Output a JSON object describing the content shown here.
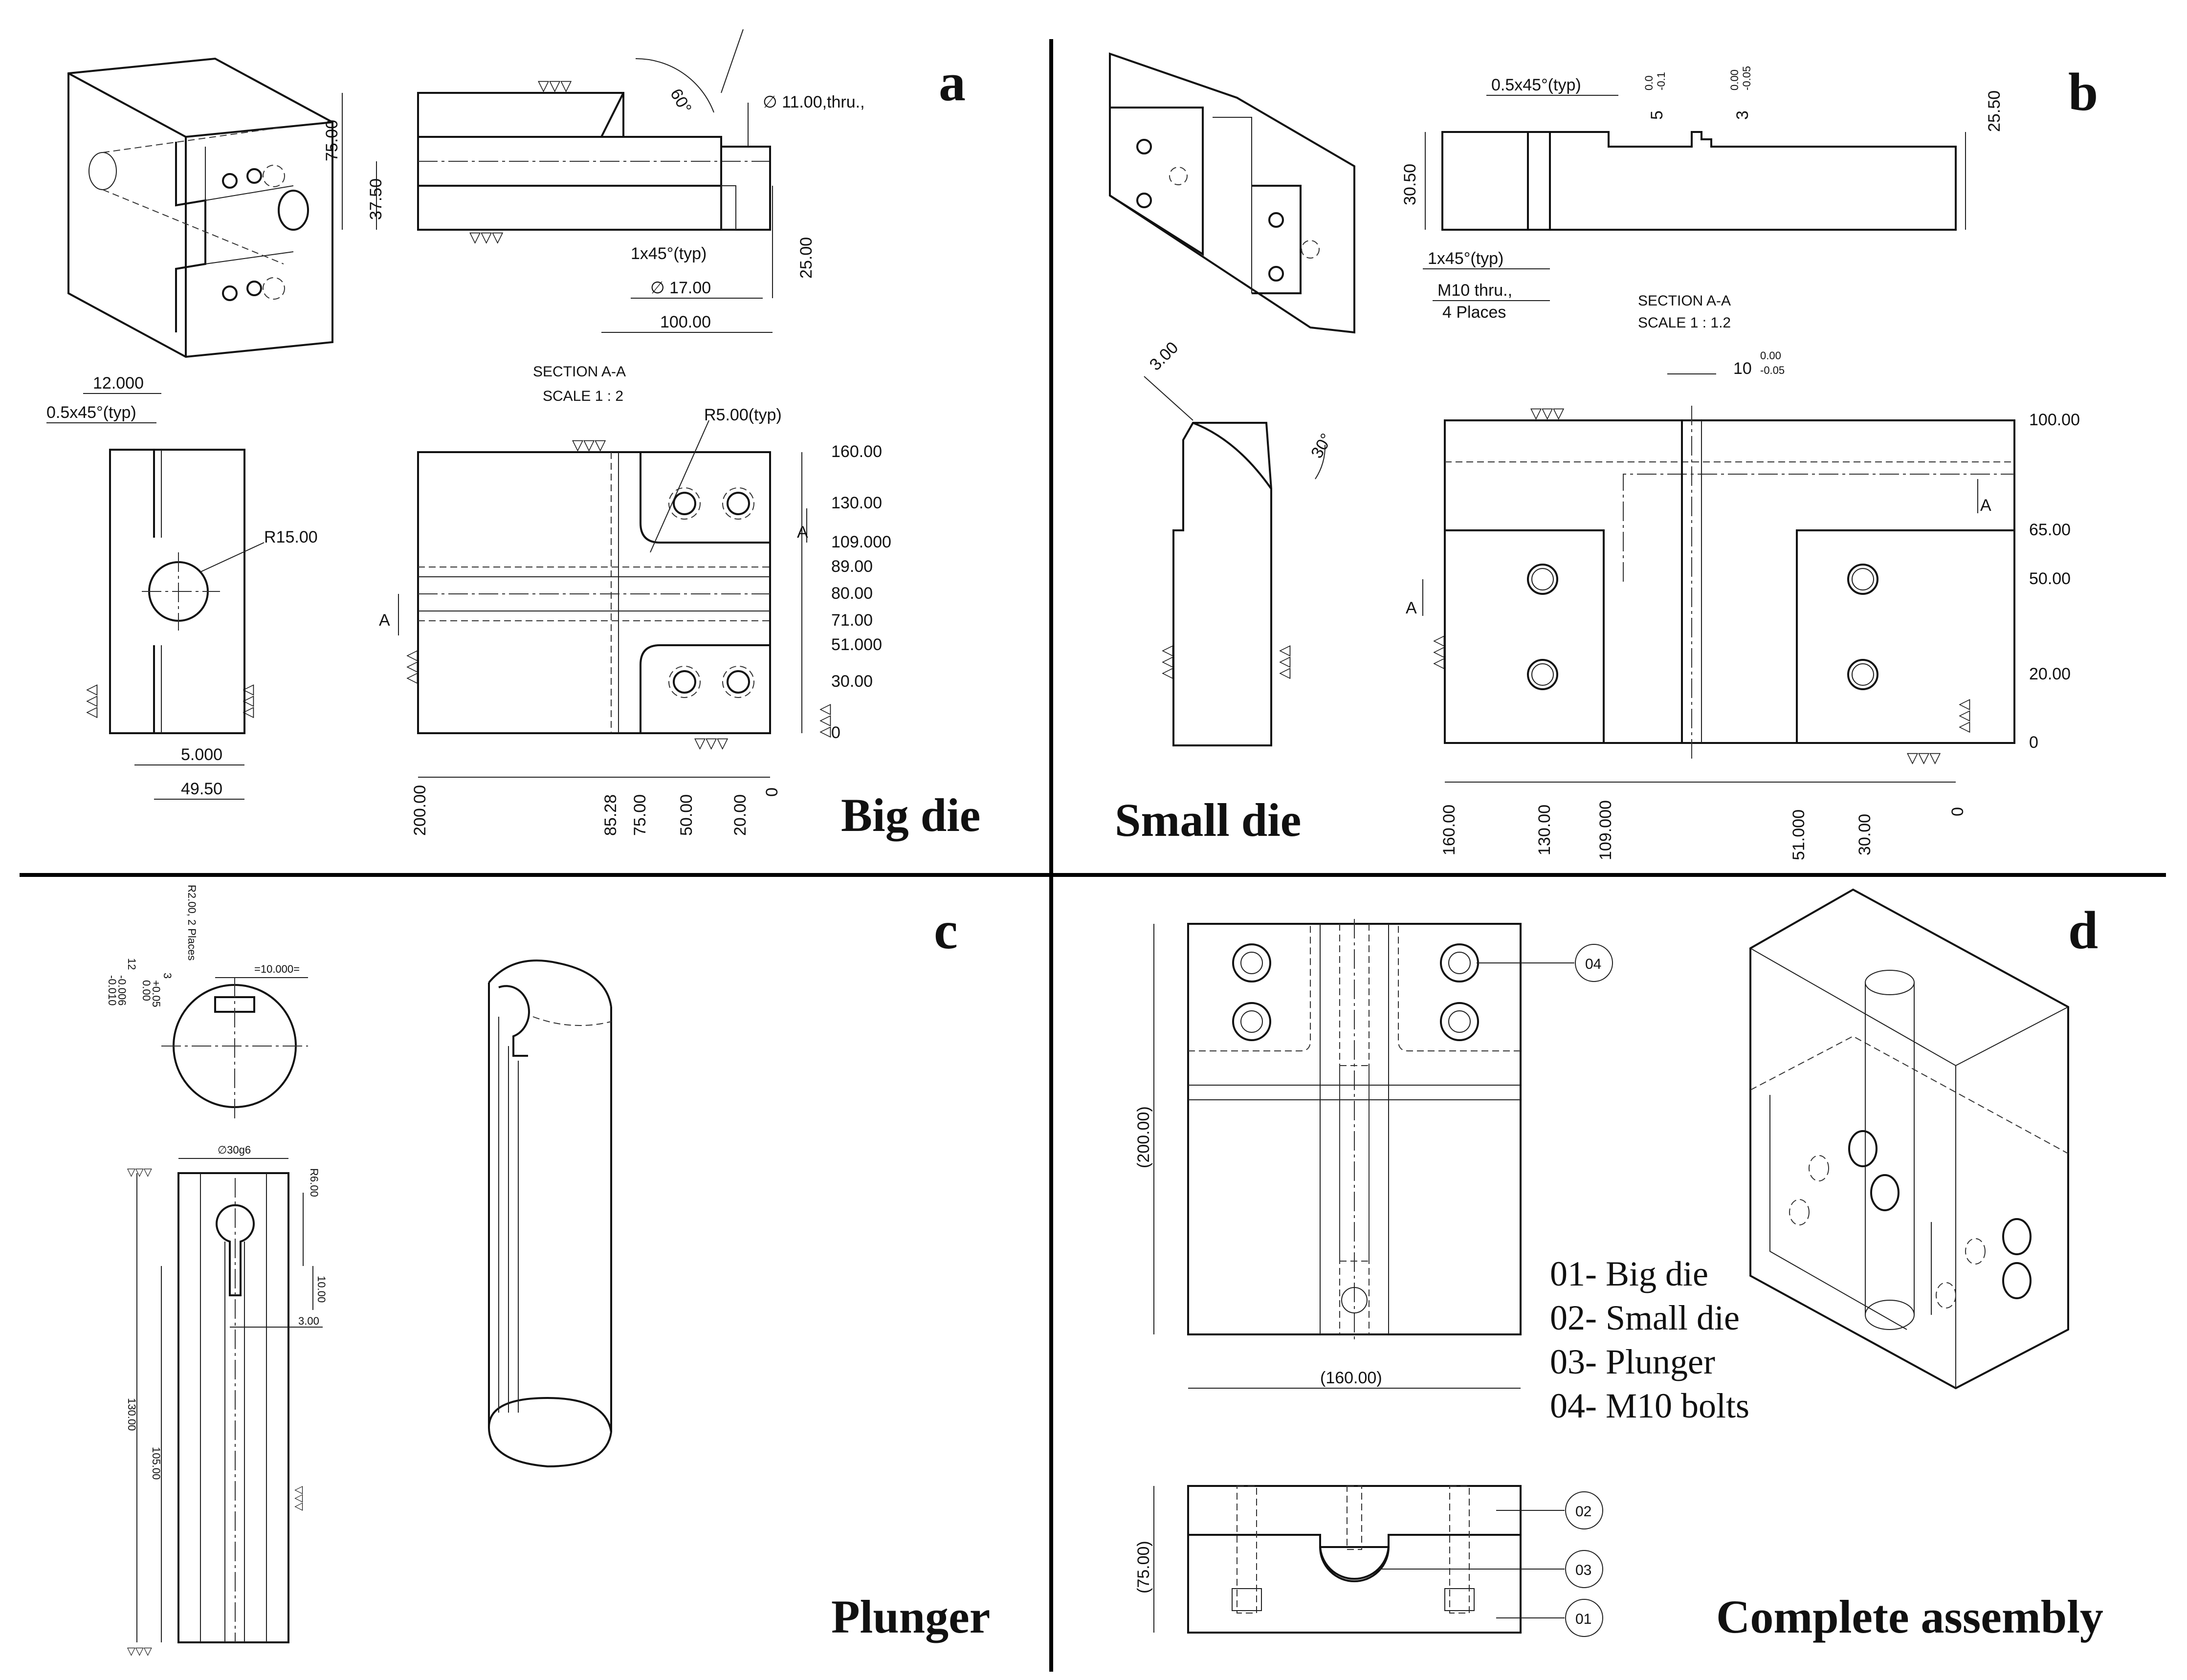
{
  "panels": {
    "a": {
      "letter": "a",
      "caption": "Big die",
      "section_title": "SECTION A-A",
      "section_scale": "SCALE 1 : 2",
      "angle": "60°",
      "hole_thru": "∅ 11.00,thru.,",
      "dim_75": "75.00",
      "dim_37_5": "37.50",
      "chamfer1": "1x45°(typ)",
      "dia17": "∅ 17.00",
      "dim_25": "25.00",
      "dim_100": "100.00",
      "dim_12": "12.000",
      "chamfer2": "0.5x45°(typ)",
      "r15": "R15.00",
      "r5": "R5.00(typ)",
      "dim_5": "5.000",
      "dim_49_5": "49.50",
      "section_label": "A",
      "right_dims": [
        "160.00",
        "130.00",
        "109.000",
        "89.00",
        "80.00",
        "71.00",
        "51.000",
        "30.00",
        "0"
      ],
      "bottom_dims": [
        "200.00",
        "85.28",
        "75.00",
        "50.00",
        "20.00",
        "0"
      ]
    },
    "b": {
      "letter": "b",
      "caption": "Small die",
      "section_title": "SECTION A-A",
      "section_scale": "SCALE 1 : 1.2",
      "chamfer1": "0.5x45°(typ)",
      "tol1_main": "5",
      "tol1_up": "0.0",
      "tol1_low": "-0.1",
      "tol2_main": "3",
      "tol2_up": "0.00",
      "tol2_low": "-0.05",
      "dim_25_5": "25.50",
      "dim_30_5": "30.50",
      "chamfer2": "1x45°(typ)",
      "m10": "M10 thru.,",
      "places": "4 Places",
      "dim_3": "3.00",
      "angle": "30°",
      "tol3_main": "10",
      "tol3_up": "0.00",
      "tol3_low": "-0.05",
      "section_label": "A",
      "right_dims": [
        "100.00",
        "65.00",
        "50.00",
        "20.00",
        "0"
      ],
      "bottom_dims": [
        "160.00",
        "130.00",
        "109.000",
        "51.000",
        "30.00",
        "0"
      ]
    },
    "c": {
      "letter": "c",
      "caption": "Plunger",
      "r2": "R2.00, 2 Places",
      "dim_3": "3",
      "dim_3_up": "+0.05",
      "dim_3_low": "0.00",
      "dim_12": "12",
      "dim_12_up": "-0.006",
      "dim_12_low": "-0.010",
      "dim_10a": "=10.000=",
      "dia30": "∅30g6",
      "r6": "R6.00",
      "dim_10b": "10.00",
      "dim_3b": "3.00",
      "dim_130": "130.00",
      "dim_105": "105.00"
    },
    "d": {
      "letter": "d",
      "caption": "Complete assembly",
      "dim_200": "(200.00)",
      "dim_160": "(160.00)",
      "dim_75": "(75.00)",
      "balloons": [
        "04",
        "02",
        "03",
        "01"
      ],
      "legend": [
        "01- Big die",
        "02- Small die",
        "03- Plunger",
        "04- M10 bolts"
      ]
    }
  }
}
